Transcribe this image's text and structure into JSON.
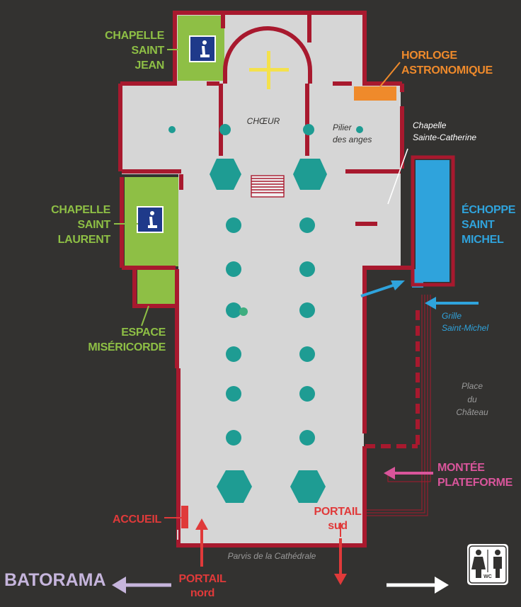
{
  "labels": {
    "chapelle_saint_jean": [
      "CHAPELLE",
      "SAINT",
      "JEAN"
    ],
    "chapelle_saint_laurent": [
      "CHAPELLE",
      "SAINT",
      "LAURENT"
    ],
    "espace_misericorde": [
      "ESPACE",
      "MISÉRICORDE"
    ],
    "horloge_astronomique": [
      "HORLOGE",
      "ASTRONOMIQUE"
    ],
    "echoppe_saint_michel": [
      "ÉCHOPPE",
      "SAINT",
      "MICHEL"
    ],
    "montee_plateforme": [
      "MONTÉE",
      "PLATEFORME"
    ],
    "accueil": "ACCUEIL",
    "portail_sud": [
      "PORTAIL",
      "sud"
    ],
    "portail_nord": [
      "PORTAIL",
      "nord"
    ],
    "batorama": "BATORAMA",
    "choeur": "CHŒUR",
    "pilier_des_anges": [
      "Pilier",
      "des anges"
    ],
    "chapelle_sainte_catherine": [
      "Chapelle",
      "Sainte-Catherine"
    ],
    "grille_saint_michel": [
      "Grille",
      "Saint-Michel"
    ],
    "place_du_chateau": [
      "Place",
      "du",
      "Château"
    ],
    "parvis": "Parvis de la Cathédrale",
    "wc": "WC"
  },
  "icons": {
    "prayer": "prayer-icon",
    "cross": "cross-icon",
    "wc": "wc-icon"
  },
  "colors": {
    "background": "#333230",
    "floor": "#d6d6d6",
    "wall": "#a8192e",
    "pillar": "#1e9c93",
    "chapel_green": "#8ebf45",
    "shop_blue": "#2fa3dc",
    "clock_orange": "#ef8a2b",
    "accent_red": "#e03a3a",
    "pink": "#d9559b",
    "lilac": "#c6b5dc",
    "cross_yellow": "#f4e14c",
    "icon_navy": "#1f3a8a"
  }
}
